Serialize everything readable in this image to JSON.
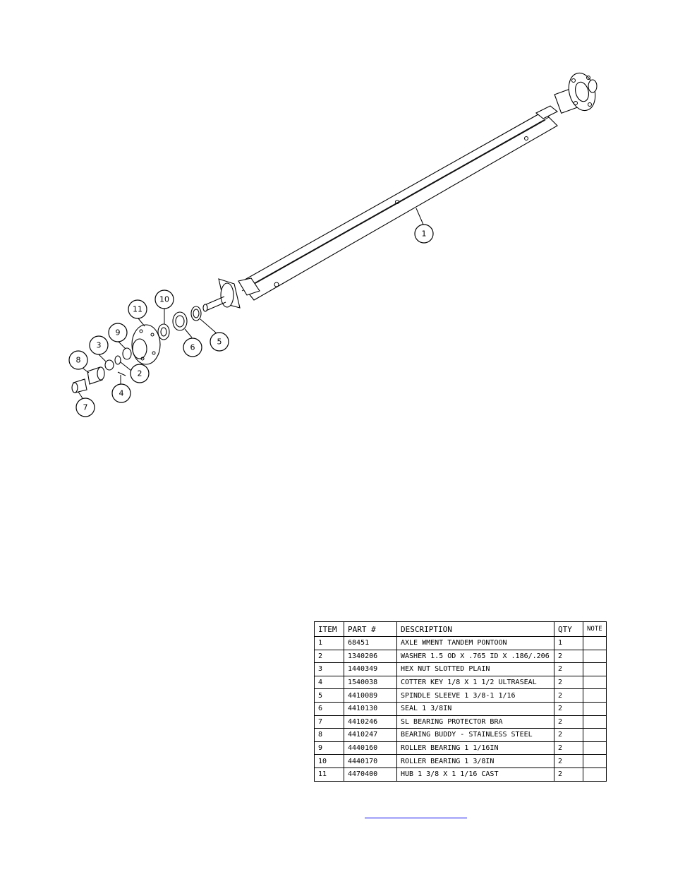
{
  "balloons": [
    {
      "id": "1",
      "label": "1"
    },
    {
      "id": "2",
      "label": "2"
    },
    {
      "id": "3",
      "label": "3"
    },
    {
      "id": "4",
      "label": "4"
    },
    {
      "id": "5",
      "label": "5"
    },
    {
      "id": "6",
      "label": "6"
    },
    {
      "id": "7",
      "label": "7"
    },
    {
      "id": "8",
      "label": "8"
    },
    {
      "id": "9",
      "label": "9"
    },
    {
      "id": "10",
      "label": "10"
    },
    {
      "id": "11",
      "label": "11"
    }
  ],
  "bom": {
    "headers": {
      "item": "ITEM",
      "part": "PART #",
      "description": "DESCRIPTION",
      "qty": "QTY",
      "note": "NOTE"
    },
    "rows": [
      {
        "item": "1",
        "part": "68451",
        "description": "AXLE WMENT   TANDEM PONTOON",
        "qty": "1",
        "note": ""
      },
      {
        "item": "2",
        "part": "1340206",
        "description": "WASHER 1.5 OD X .765 ID X .186/.206",
        "qty": "2",
        "note": ""
      },
      {
        "item": "3",
        "part": "1440349",
        "description": "HEX NUT SLOTTED PLAIN",
        "qty": "2",
        "note": ""
      },
      {
        "item": "4",
        "part": "1540038",
        "description": "COTTER KEY 1/8 X 1 1/2 ULTRASEAL",
        "qty": "2",
        "note": ""
      },
      {
        "item": "5",
        "part": "4410089",
        "description": "SPINDLE SLEEVE  1 3/8-1 1/16",
        "qty": "2",
        "note": ""
      },
      {
        "item": "6",
        "part": "4410130",
        "description": "SEAL  1 3/8IN",
        "qty": "2",
        "note": ""
      },
      {
        "item": "7",
        "part": "4410246",
        "description": "SL BEARING PROTECTOR BRA",
        "qty": "2",
        "note": ""
      },
      {
        "item": "8",
        "part": "4410247",
        "description": "BEARING BUDDY - STAINLESS STEEL",
        "qty": "2",
        "note": ""
      },
      {
        "item": "9",
        "part": "4440160",
        "description": "ROLLER BEARING   1 1/16IN",
        "qty": "2",
        "note": ""
      },
      {
        "item": "10",
        "part": "4440170",
        "description": "ROLLER BEARING   1 3/8IN",
        "qty": "2",
        "note": ""
      },
      {
        "item": "11",
        "part": "4470400",
        "description": "HUB   1 3/8 X 1 1/16 CAST",
        "qty": "2",
        "note": ""
      }
    ]
  },
  "colors": {
    "line": "#000000",
    "link": "#0000ee",
    "background": "#ffffff"
  }
}
